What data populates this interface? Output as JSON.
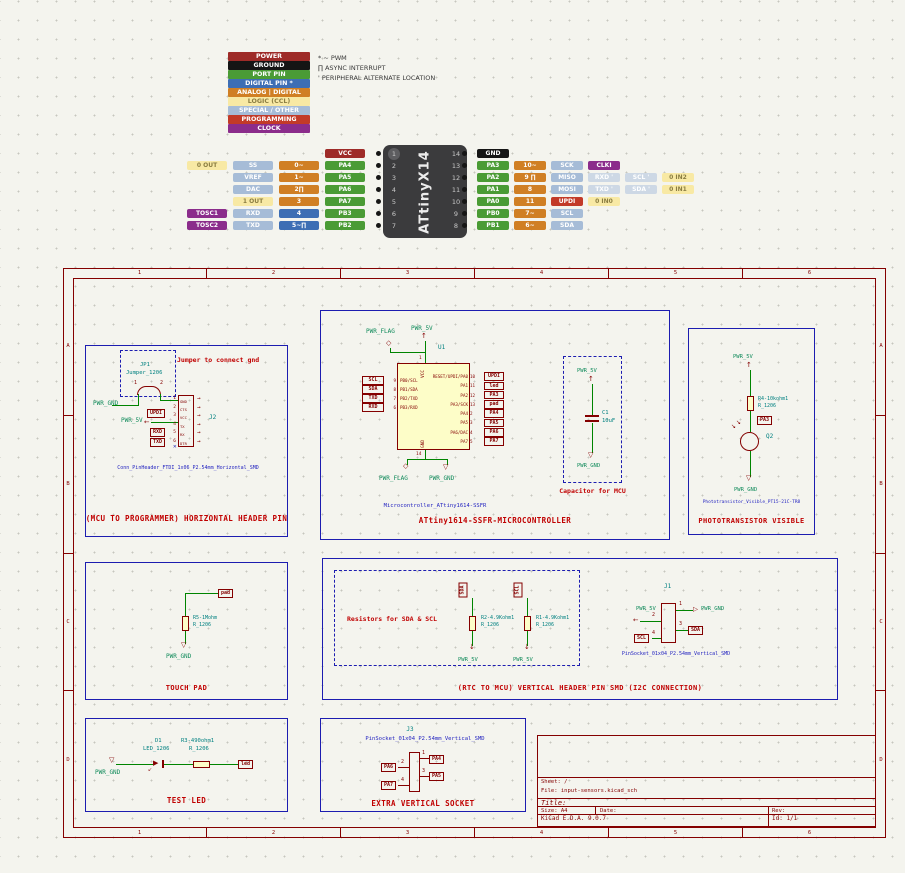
{
  "icons": {
    "arrow_up": "↑",
    "arrow_down": "↓",
    "arrow_left": "←",
    "arrow_right": "→",
    "gnd_triangle": "▽",
    "power_flag": "◇",
    "open_arrow_left": "◁",
    "open_arrow_right": "▷",
    "no_connect": "✕",
    "led_triangle": "▶",
    "light_arrow": "↘",
    "light_arrow_down": "↙"
  },
  "legend": {
    "items": [
      {
        "t": "POWER",
        "c": "pwr"
      },
      {
        "t": "GROUND",
        "c": "gnd"
      },
      {
        "t": "PORT PIN",
        "c": "port"
      },
      {
        "t": "DIGITAL PIN *",
        "c": "dig"
      },
      {
        "t": "ANALOG | DIGITAL",
        "c": "ana"
      },
      {
        "t": "LOGIC (CCL)",
        "c": "logic"
      },
      {
        "t": "SPECIAL / OTHER",
        "c": "spec"
      },
      {
        "t": "PROGRAMMING",
        "c": "prog"
      },
      {
        "t": "CLOCK",
        "c": "clk"
      }
    ],
    "notes": [
      "* ~  PWM",
      "∏  ASYNC INTERRUPT",
      "'  PERIPHERAL ALTERNATE LOCATION"
    ]
  },
  "pinout": {
    "chip": "ATtinyX14",
    "left_pin_numbers": [
      "1",
      "2",
      "3",
      "4",
      "5",
      "6",
      "7"
    ],
    "right_pin_numbers": [
      "14",
      "13",
      "12",
      "11",
      "10",
      "9",
      "8"
    ],
    "left_rows": [
      [
        {
          "t": "VCC",
          "c": "pwr"
        }
      ],
      [
        {
          "t": "0 OUT",
          "c": "logic"
        },
        {
          "t": "SS",
          "c": "spec"
        },
        {
          "t": "0~",
          "c": "ana"
        },
        {
          "t": "PA4",
          "c": "port"
        }
      ],
      [
        {
          "t": "VREF",
          "c": "spec"
        },
        {
          "t": "1~",
          "c": "ana"
        },
        {
          "t": "PA5",
          "c": "port"
        }
      ],
      [
        {
          "t": "DAC",
          "c": "spec"
        },
        {
          "t": "2∏",
          "c": "ana"
        },
        {
          "t": "PA6",
          "c": "port"
        }
      ],
      [
        {
          "t": "1 OUT",
          "c": "logic"
        },
        {
          "t": "3",
          "c": "ana"
        },
        {
          "t": "PA7",
          "c": "port"
        }
      ],
      [
        {
          "t": "TOSC1",
          "c": "clk"
        },
        {
          "t": "RXD",
          "c": "spec"
        },
        {
          "t": "4",
          "c": "dig"
        },
        {
          "t": "PB3",
          "c": "port"
        }
      ],
      [
        {
          "t": "TOSC2",
          "c": "clk"
        },
        {
          "t": "TXD",
          "c": "spec"
        },
        {
          "t": "5~∏",
          "c": "dig"
        },
        {
          "t": "PB2",
          "c": "port"
        }
      ]
    ],
    "right_rows": [
      [
        {
          "t": "GND",
          "c": "gnd"
        }
      ],
      [
        {
          "t": "PA3",
          "c": "port"
        },
        {
          "t": "10~",
          "c": "ana"
        },
        {
          "t": "SCK",
          "c": "spec"
        },
        {
          "t": "CLKI",
          "c": "clk"
        }
      ],
      [
        {
          "t": "PA2",
          "c": "port"
        },
        {
          "t": "9 ∏",
          "c": "ana"
        },
        {
          "t": "MISO",
          "c": "spec"
        },
        {
          "t": "RXD '",
          "c": "fade"
        },
        {
          "t": "SCL '",
          "c": "fade"
        },
        {
          "t": "0 IN2",
          "c": "logic"
        }
      ],
      [
        {
          "t": "PA1",
          "c": "port"
        },
        {
          "t": "8",
          "c": "ana"
        },
        {
          "t": "MOSI",
          "c": "spec"
        },
        {
          "t": "TXD '",
          "c": "fade"
        },
        {
          "t": "SDA '",
          "c": "fade"
        },
        {
          "t": "0 IN1",
          "c": "logic"
        }
      ],
      [
        {
          "t": "PA0",
          "c": "port"
        },
        {
          "t": "11",
          "c": "ana"
        },
        {
          "t": "UPDI",
          "c": "prog"
        },
        {
          "t": "0 IN0",
          "c": "logic"
        }
      ],
      [
        {
          "t": "PB0",
          "c": "port"
        },
        {
          "t": "7~",
          "c": "ana"
        },
        {
          "t": "SCL",
          "c": "spec"
        }
      ],
      [
        {
          "t": "PB1",
          "c": "port"
        },
        {
          "t": "6~",
          "c": "ana"
        },
        {
          "t": "SDA",
          "c": "spec"
        }
      ]
    ]
  },
  "frame": {
    "cols": [
      "1",
      "2",
      "3",
      "4",
      "5",
      "6"
    ],
    "rows": [
      "A",
      "B",
      "C",
      "D"
    ]
  },
  "blocks": {
    "programmer": {
      "note": "Jumper to connect gnd",
      "jumper_ref": "JP1",
      "jumper_value": "Jumper_1206",
      "jp_pin1": "1",
      "jp_pin2": "2",
      "pwr_gnd": "PWR_GND",
      "pwr_5v": "PWR_5V",
      "label_updi": "UPDI",
      "label_rxd": "RXD",
      "label_txd": "TXD",
      "conn_ref": "J2",
      "conn_pin_numbers": [
        "1",
        "2",
        "3",
        "4",
        "5",
        "6"
      ],
      "conn_pin_names": [
        "GND",
        "CTS",
        "VCC",
        "TX",
        "RX",
        "DTR"
      ],
      "footprint": "Conn_PinHeader_FTDI_1x06_P2.54mm_Horizontal_SMD",
      "title": "(MCU TO PROGRAMMER) HORIZONTAL HEADER PIN"
    },
    "mcu": {
      "ref": "U1",
      "vcc": "VCC",
      "gnd": "GND",
      "vcc_pin": "1",
      "gnd_pin": "14",
      "pwr_flag_top": "PWR_FLAG",
      "pwr_5v": "PWR_5V",
      "pwr_flag_bottom": "PWR_FLAG",
      "pwr_gnd": "PWR_GND",
      "left": [
        {
          "lbl": "SCL",
          "num": "9",
          "name": "PB0/SCL"
        },
        {
          "lbl": "SDA",
          "num": "8",
          "name": "PB1/SDA"
        },
        {
          "lbl": "TXD",
          "num": "7",
          "name": "PB2/TXD"
        },
        {
          "lbl": "RXD",
          "num": "6",
          "name": "PB3/RXD"
        }
      ],
      "right": [
        {
          "num": "10",
          "name": "RESET/UPDI/PA0",
          "lbl": "UPDI"
        },
        {
          "num": "11",
          "name": "PA1",
          "lbl": "led"
        },
        {
          "num": "12",
          "name": "PA2",
          "lbl": "PA3"
        },
        {
          "num": "13",
          "name": "PA3/SCK",
          "lbl": "pad"
        },
        {
          "num": "2",
          "name": "PA4",
          "lbl": "PA4"
        },
        {
          "num": "3",
          "name": "PA5",
          "lbl": "PA5"
        },
        {
          "num": "4",
          "name": "PA6/DAC",
          "lbl": "PA6"
        },
        {
          "num": "5",
          "name": "PA7",
          "lbl": "PA7"
        }
      ],
      "footprint": "Microcontroller_ATtiny1614-SSFR",
      "title": "ATtiny1614-SSFR-MICROCONTROLLER"
    },
    "cap": {
      "pwr_5v": "PWR_5V",
      "ref": "C1",
      "value": "10uF",
      "pwr_gnd": "PWR_GND",
      "note": "Capacitor for MCU"
    },
    "photo": {
      "pwr_5v": "PWR_5V",
      "res_ref": "R4-10kohm1",
      "res_value": "R_1206",
      "net": "PA3",
      "q_ref": "Q2",
      "pwr_gnd": "PWR_GND",
      "footprint": "Phototransistor_Visible_PT15-21C-TR8",
      "title": "PHOTOTRANSISTOR VISIBLE"
    },
    "touch": {
      "net": "pad",
      "res_ref": "R5-1Mohm",
      "res_value": "R_1206",
      "pwr_gnd": "PWR_GND",
      "title": "TOUCH PAD"
    },
    "rtc": {
      "note": "Resistors for SDA & SCL",
      "sda": "SDA",
      "scl": "SCL",
      "r2_ref": "R2-4.9Kohm1",
      "r2_value": "R_1206",
      "r1_ref": "R1-4.9Kohm1",
      "r1_value": "R_1206",
      "pwr_5v_left": "PWR_5V",
      "pwr_5v_right": "PWR_5V",
      "j_ref": "J1",
      "j_pins": [
        "1",
        "2",
        "3",
        "4"
      ],
      "j_gnd": "PWR_GND",
      "j_5v": "PWR_5V",
      "j_sda": "SDA",
      "j_scl": "SCL",
      "footprint": "PinSocket_01x04_P2.54mm_Vertical_SMD",
      "title": "(RTC TO MCU) VERTICAL HEADER PIN SMD (I2C CONNECTION)"
    },
    "led": {
      "d_ref": "D1",
      "d_value": "LED_1206",
      "res_ref": "R3-490ohm1",
      "res_value": "R_1206",
      "pwr_gnd": "PWR_GND",
      "net": "led",
      "title": "TEST LED"
    },
    "socket": {
      "ref": "J3",
      "footprint": "PinSocket_01x04_P2.54mm_Vertical_SMD",
      "pins": [
        "1",
        "2",
        "3",
        "4"
      ],
      "pa4": "PA4",
      "pa5": "PA5",
      "pa6": "PA6",
      "pa7": "PA7",
      "title": "EXTRA VERTICAL SOCKET"
    }
  },
  "titleblock": {
    "sheet": "Sheet: /",
    "file": "File: input-sensors.kicad_sch",
    "title_label": "Title:",
    "size": "Size: A4",
    "date": "Date:",
    "rev": "Rev:",
    "tool": "KiCad E.D.A. 9.0.7",
    "id": "Id: 1/1"
  }
}
